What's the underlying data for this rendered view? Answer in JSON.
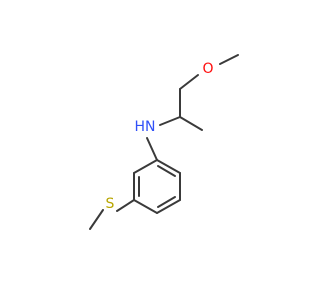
{
  "molecule": {
    "atoms": {
      "oxygen": {
        "label": "O",
        "color": "#ff0d0d"
      },
      "nitrogen": {
        "label": "HN",
        "color": "#3050f8"
      },
      "sulfur": {
        "label": "S",
        "color": "#b8a600"
      }
    },
    "bond_color": "#3a3a3a",
    "background": "#ffffff"
  }
}
